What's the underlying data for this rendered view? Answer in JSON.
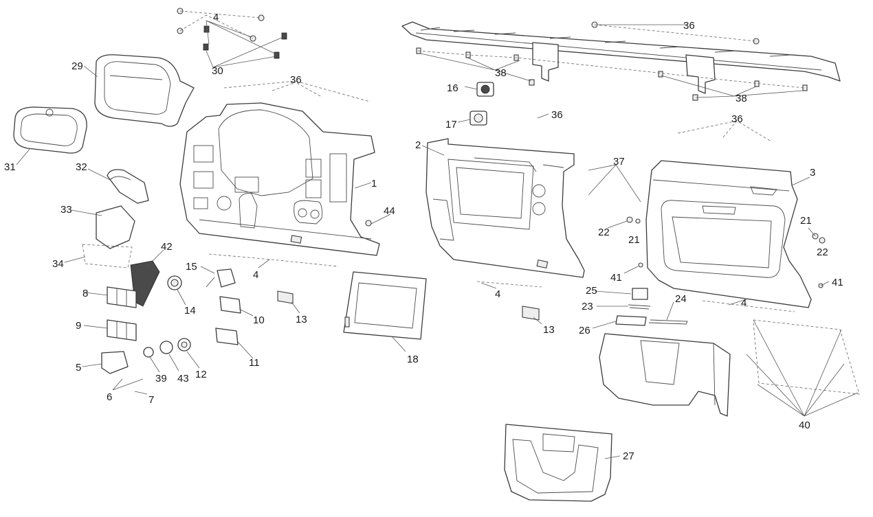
{
  "callouts": [
    {
      "id": "c1",
      "text": "1"
    },
    {
      "id": "c2",
      "text": "2"
    },
    {
      "id": "c3",
      "text": "3"
    },
    {
      "id": "c4a",
      "text": "4"
    },
    {
      "id": "c4b",
      "text": "4"
    },
    {
      "id": "c4c",
      "text": "4"
    },
    {
      "id": "c4d",
      "text": "4"
    },
    {
      "id": "c5",
      "text": "5"
    },
    {
      "id": "c6",
      "text": "6"
    },
    {
      "id": "c7",
      "text": "7"
    },
    {
      "id": "c8",
      "text": "8"
    },
    {
      "id": "c9",
      "text": "9"
    },
    {
      "id": "c10",
      "text": "10"
    },
    {
      "id": "c11",
      "text": "11"
    },
    {
      "id": "c12",
      "text": "12"
    },
    {
      "id": "c13a",
      "text": "13"
    },
    {
      "id": "c13b",
      "text": "13"
    },
    {
      "id": "c14",
      "text": "14"
    },
    {
      "id": "c15",
      "text": "15"
    },
    {
      "id": "c16",
      "text": "16"
    },
    {
      "id": "c17",
      "text": "17"
    },
    {
      "id": "c18",
      "text": "18"
    },
    {
      "id": "c21a",
      "text": "21"
    },
    {
      "id": "c21b",
      "text": "21"
    },
    {
      "id": "c22a",
      "text": "22"
    },
    {
      "id": "c22b",
      "text": "22"
    },
    {
      "id": "c23",
      "text": "23"
    },
    {
      "id": "c24",
      "text": "24"
    },
    {
      "id": "c25",
      "text": "25"
    },
    {
      "id": "c26",
      "text": "26"
    },
    {
      "id": "c27",
      "text": "27"
    },
    {
      "id": "c29",
      "text": "29"
    },
    {
      "id": "c30",
      "text": "30"
    },
    {
      "id": "c31",
      "text": "31"
    },
    {
      "id": "c32",
      "text": "32"
    },
    {
      "id": "c33",
      "text": "33"
    },
    {
      "id": "c34",
      "text": "34"
    },
    {
      "id": "c36a",
      "text": "36"
    },
    {
      "id": "c36b",
      "text": "36"
    },
    {
      "id": "c36c",
      "text": "36"
    },
    {
      "id": "c36d",
      "text": "36"
    },
    {
      "id": "c37",
      "text": "37"
    },
    {
      "id": "c38a",
      "text": "38"
    },
    {
      "id": "c38b",
      "text": "38"
    },
    {
      "id": "c39",
      "text": "39"
    },
    {
      "id": "c40",
      "text": "40"
    },
    {
      "id": "c41a",
      "text": "41"
    },
    {
      "id": "c41b",
      "text": "41"
    },
    {
      "id": "c42",
      "text": "42"
    },
    {
      "id": "c43",
      "text": "43"
    },
    {
      "id": "c44",
      "text": "44"
    }
  ]
}
